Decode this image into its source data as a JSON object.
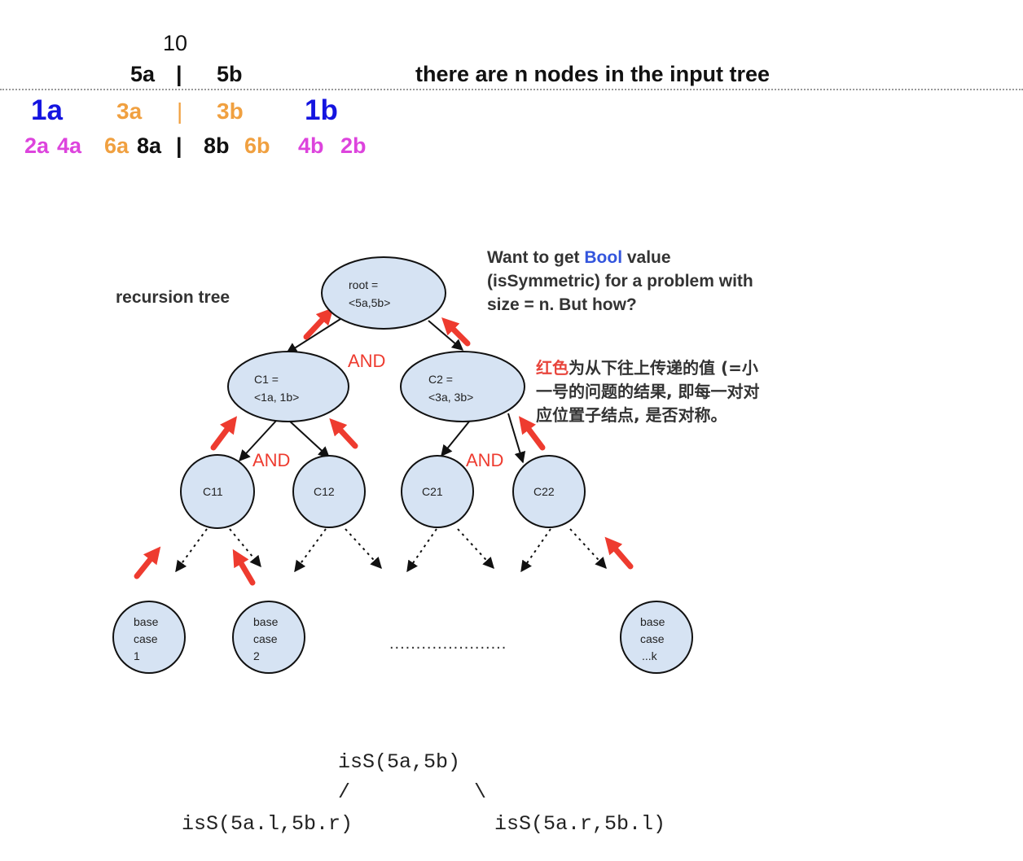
{
  "top": {
    "ten": "10",
    "row1": {
      "left": "5a",
      "sep": "|",
      "right": "5b"
    },
    "note": "there are n nodes in the input tree",
    "row2": {
      "a": "1a",
      "b": "3a",
      "sep": "|",
      "c": "3b",
      "d": "1b"
    },
    "row3": {
      "a": "2a",
      "b": "4a",
      "c": "6a",
      "d": "8a",
      "sep": "|",
      "e": "8b",
      "f": "6b",
      "g": "4b",
      "h": "2b"
    }
  },
  "diagram": {
    "label": "recursion tree",
    "want": {
      "line1_pre": "Want to get ",
      "line1_bool": "Bool",
      "line1_post": " value",
      "line2": "(isSymmetric) for a problem with",
      "line3": "size = n.  But how?"
    },
    "chinese": {
      "line1_red": "红色",
      "line1_rest": "为从下往上传递的值 (=小",
      "line2": "一号的问题的结果, 即每一对对",
      "line3": "应位置子结点, 是否对称。"
    },
    "root": {
      "line1": "root =",
      "line2": "<5a,5b>"
    },
    "c1": {
      "line1": "C1 =",
      "line2": "<1a, 1b>"
    },
    "c2": {
      "line1": "C2 =",
      "line2": "<3a, 3b>"
    },
    "c11": "C11",
    "c12": "C12",
    "c21": "C21",
    "c22": "C22",
    "and_top": "AND",
    "and_left": "AND",
    "and_right": "AND",
    "base1": {
      "l1": "base",
      "l2": "case",
      "l3": "1"
    },
    "base2": {
      "l1": "base",
      "l2": "case",
      "l3": "2"
    },
    "basek": {
      "l1": "base",
      "l2": "case",
      "l3": "...k"
    },
    "ellipsis": "......................"
  },
  "code": {
    "root": "isS(5a,5b)",
    "slash": "/",
    "backslash": "\\",
    "left": "isS(5a.l,5b.r)",
    "right": "isS(5a.r,5b.l)"
  },
  "colors": {
    "node_fill": "#d6e3f3",
    "arrow_red": "#ee3b2f",
    "blue": "#1414e0",
    "orange": "#f0a040",
    "magenta": "#dd44dd"
  }
}
